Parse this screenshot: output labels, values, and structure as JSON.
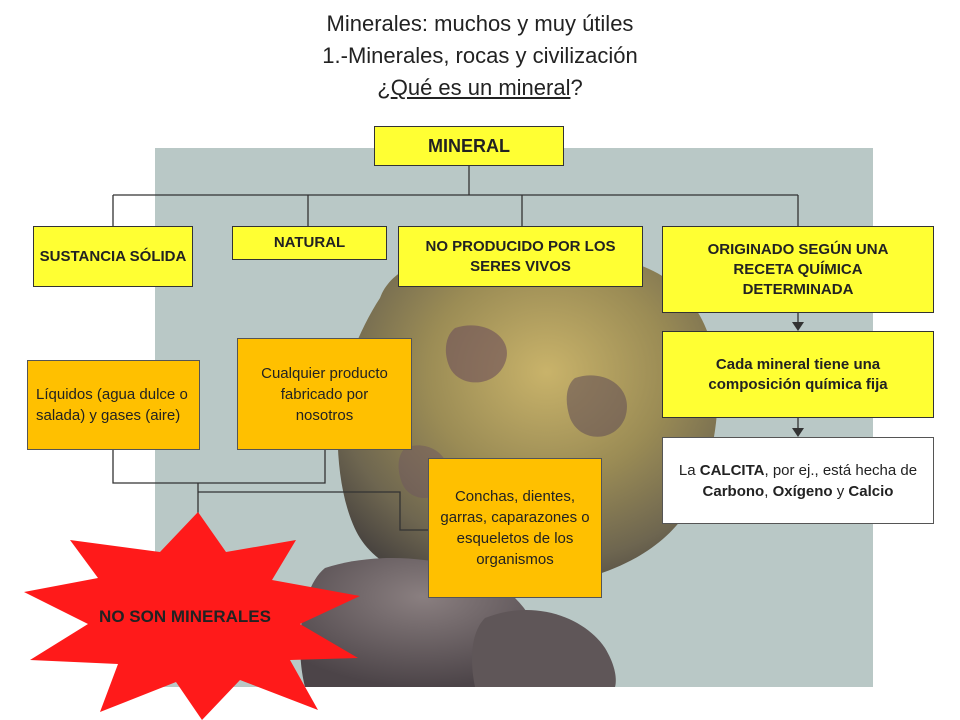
{
  "header": {
    "line1": "Minerales: muchos y muy útiles",
    "line2": "1.-Minerales, rocas y civilización",
    "line3_prefix": "¿",
    "line3_underlined": "Qué es un mineral",
    "line3_suffix": "?"
  },
  "diagram": {
    "root": "MINERAL",
    "branches": [
      "SUSTANCIA SÓLIDA",
      "NATURAL",
      "NO PRODUCIDO POR LOS SERES VIVOS",
      "ORIGINADO SEGÚN UNA RECETA QUÍMICA DETERMINADA"
    ],
    "composition": "Cada mineral tiene una composición química fija",
    "example": {
      "p1": "La ",
      "b1": "CALCITA",
      "p2": ", por ej., está hecha de ",
      "b2": "Carbono",
      "p3": ", ",
      "b3": "Oxígeno",
      "p4": " y ",
      "b4": "Calcio"
    },
    "liquids": "Líquidos (agua dulce o salada) y gases (aire)",
    "products": "Cualquier producto fabricado por nosotros",
    "organisms": "Conchas, dientes, garras, caparazones o esqueletos de los organismos",
    "not_minerals": "NO SON MINERALES"
  },
  "colors": {
    "yellow_box": "#ffff33",
    "orange_box": "#ffc000",
    "star_red": "#ff1a1a",
    "photo_background": "#b9c8c6"
  }
}
